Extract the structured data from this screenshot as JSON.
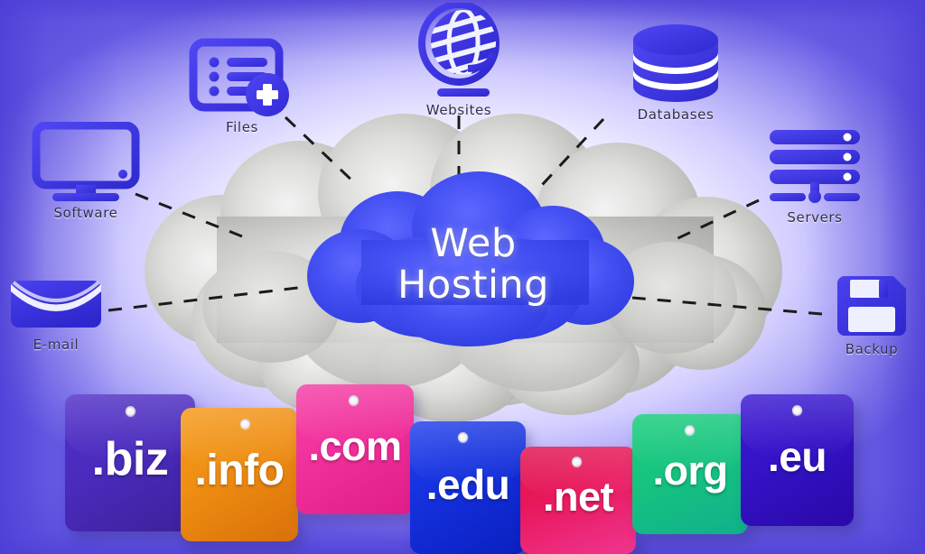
{
  "graphic": {
    "title": "Web Hosting",
    "center_line_1": "Web",
    "center_line_2": "Hosting",
    "center_cloud_color": "#3f4fe8",
    "outer_cloud_color": "#c9c9c9",
    "background_accent": "#5b4de0"
  },
  "services": [
    {
      "id": "software",
      "label": "Software",
      "icon": "monitor-icon",
      "color": "#3f4fe8"
    },
    {
      "id": "files",
      "label": "Files",
      "icon": "file-list-plus-icon",
      "color": "#3f4fe8"
    },
    {
      "id": "websites",
      "label": "Websites",
      "icon": "globe-icon",
      "color": "#3f4fe8"
    },
    {
      "id": "databases",
      "label": "Databases",
      "icon": "database-icon",
      "color": "#3f4fe8"
    },
    {
      "id": "servers",
      "label": "Servers",
      "icon": "server-rack-icon",
      "color": "#3f4fe8"
    },
    {
      "id": "email",
      "label": "E-mail",
      "icon": "envelope-icon",
      "color": "#3f4fe8"
    },
    {
      "id": "backup",
      "label": "Backup",
      "icon": "floppy-disk-icon",
      "color": "#3f4fe8"
    }
  ],
  "domains": [
    {
      "id": "biz",
      "label": ".biz",
      "color": "#4a2bbd",
      "color_2": "#3f23a8"
    },
    {
      "id": "info",
      "label": ".info",
      "color": "#ef8f14",
      "color_2": "#dd7507"
    },
    {
      "id": "com",
      "label": ".com",
      "color": "#f0309b",
      "color_2": "#e61f8c"
    },
    {
      "id": "edu",
      "label": ".edu",
      "color": "#1430dc",
      "color_2": "#0a24ca"
    },
    {
      "id": "net",
      "label": ".net",
      "color": "#e8175a",
      "color_2": "#ee2a86"
    },
    {
      "id": "org",
      "label": ".org",
      "color": "#16c37f",
      "color_2": "#12b589"
    },
    {
      "id": "eu",
      "label": ".eu",
      "color": "#3412c6",
      "color_2": "#2a0cb4"
    }
  ]
}
